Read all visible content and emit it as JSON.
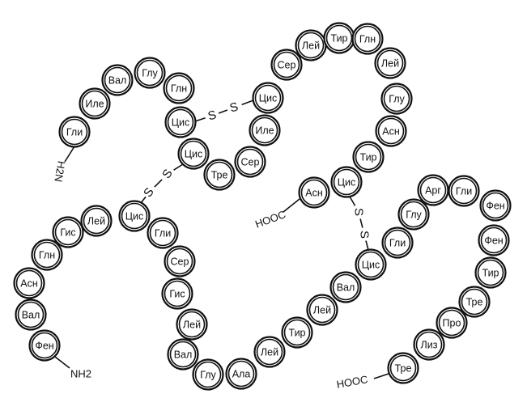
{
  "chain_a": {
    "start_terminal": "H2N",
    "end_terminal": "HOOC",
    "residues": [
      "Гли",
      "Иле",
      "Вал",
      "Глу",
      "Глн",
      "Цис",
      "Цис",
      "Тре",
      "Сер",
      "Иле",
      "Цис",
      "Сер",
      "Лей",
      "Тир",
      "Глн",
      "Лей",
      "Глу",
      "Асн",
      "Тир",
      "Цис",
      "Асн"
    ]
  },
  "chain_b": {
    "start_terminal": "NH2",
    "end_terminal": "HOOC",
    "residues": [
      "Фен",
      "Вал",
      "Асн",
      "Глн",
      "Гис",
      "Лей",
      "Цис",
      "Гли",
      "Сер",
      "Гис",
      "Лей",
      "Вал",
      "Глу",
      "Ала",
      "Лей",
      "Тир",
      "Лей",
      "Вал",
      "Цис",
      "Гли",
      "Глу",
      "Арг",
      "Гли",
      "Фен",
      "Фен",
      "Тир",
      "Тре",
      "Про",
      "Лиз",
      "Тре"
    ]
  },
  "disulfide_label": "S"
}
